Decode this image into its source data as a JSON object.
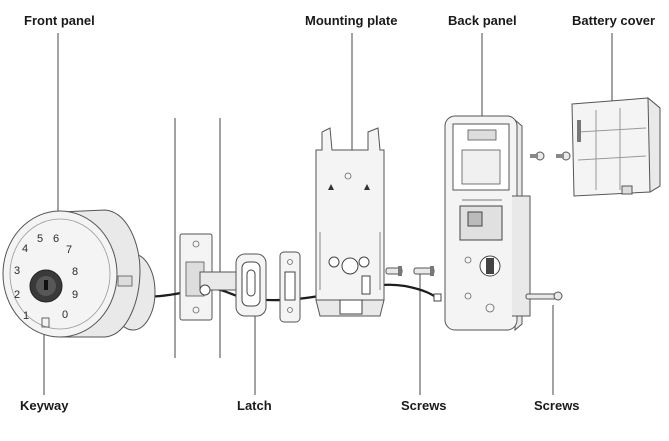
{
  "labels": {
    "front_panel": "Front panel",
    "mounting_plate": "Mounting plate",
    "back_panel": "Back panel",
    "battery_cover": "Battery cover",
    "keyway": "Keyway",
    "latch": "Latch",
    "screws_1": "Screws",
    "screws_2": "Screws"
  },
  "keypad_digits": [
    "1",
    "2",
    "3",
    "4",
    "5",
    "6",
    "7",
    "8",
    "9",
    "0"
  ]
}
